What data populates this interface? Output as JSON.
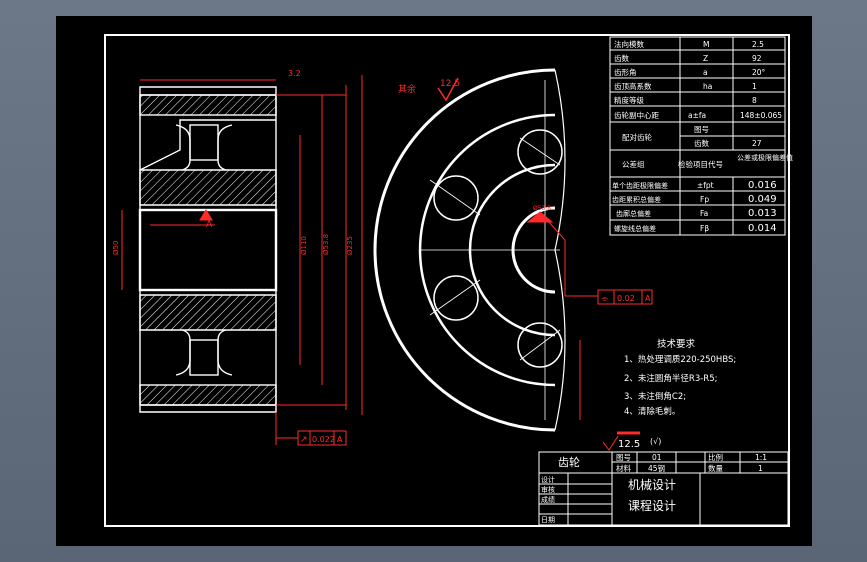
{
  "colors": {
    "background": "#000000",
    "outline": "#ffffff",
    "dimension": "#ff2a2a",
    "hatch": "#ffffff"
  },
  "params": {
    "rows": [
      {
        "name": "法向模数",
        "symbol": "M",
        "value": "2.5"
      },
      {
        "name": "齿数",
        "symbol": "Z",
        "value": "92"
      },
      {
        "name": "齿形角",
        "symbol": "a",
        "value": "20°"
      },
      {
        "name": "齿顶高系数",
        "symbol": "ha",
        "value": "1"
      },
      {
        "name": "精度等级",
        "symbol": "",
        "value": "8"
      },
      {
        "name": "齿轮副中心距",
        "symbol": "a±fa",
        "value": "148±0.065"
      }
    ],
    "pair": {
      "label": "配对齿轮",
      "r1_key": "图号",
      "r1_val": "",
      "r2_key": "齿数",
      "r2_val": "27"
    },
    "group_header": {
      "label": "公差组",
      "item": "检验项目代号",
      "tolerance": "公差或极限偏差值"
    },
    "tolerances": [
      {
        "name": "单个齿距极限偏差",
        "symbol": "±fpt",
        "value": "0.016"
      },
      {
        "name": "齿距累积总偏差",
        "symbol": "Fp",
        "value": "0.049"
      },
      {
        "name": "齿廓总偏差",
        "symbol": "Fa",
        "value": "0.013"
      },
      {
        "name": "螺旋线总偏差",
        "symbol": "Fβ",
        "value": "0.014"
      }
    ]
  },
  "requirements": {
    "title": "技术要求",
    "items": [
      "1、热处理调质220-250HBS;",
      "2、未注圆角半径R3-R5;",
      "3、未注倒角C2;",
      "4、清除毛刺。"
    ]
  },
  "roughness_general": "12.5",
  "roughness_general_suffix": "(√)",
  "roughness_top": "12.5",
  "rest_label": "其余",
  "tolerance_bottom": {
    "symbol": "↗",
    "value": "0.022",
    "datum": "A"
  },
  "tolerance_right": {
    "symbol": "⌯",
    "value": "0.02",
    "datum": "A"
  },
  "datum_label": "A",
  "dim_labels": {
    "top_roughness": "3.2",
    "bore": "Ø50",
    "hub": "Ø110",
    "outer": "Ø235",
    "keyway": "Ø53.8"
  },
  "title_block": {
    "part_name": "齿轮",
    "drawing_no_label": "图号",
    "drawing_no": "01",
    "scale_label": "比例",
    "scale": "1:1",
    "material_label": "材料",
    "material": "45钢",
    "qty_label": "数量",
    "qty": "1",
    "course": "机械设计",
    "course2": "课程设计",
    "roles": [
      "设计",
      "审核",
      "成绩",
      "日期"
    ]
  }
}
